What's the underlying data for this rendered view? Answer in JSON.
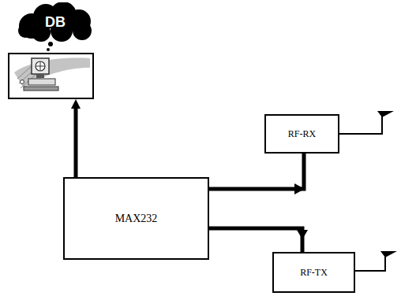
{
  "diagram": {
    "nodes": [
      {
        "text": [
          "DB"
        ]
      },
      {
        "text": [
          "RF-RX"
        ]
      },
      {
        "text": [
          "MAX232"
        ]
      },
      {
        "text": [
          "RF-TX"
        ]
      }
    ],
    "edges": [
      {
        "from": 2,
        "to": 1,
        "arrow": "to"
      },
      {
        "from": 2,
        "to": 3,
        "arrow": "to"
      }
    ]
  }
}
